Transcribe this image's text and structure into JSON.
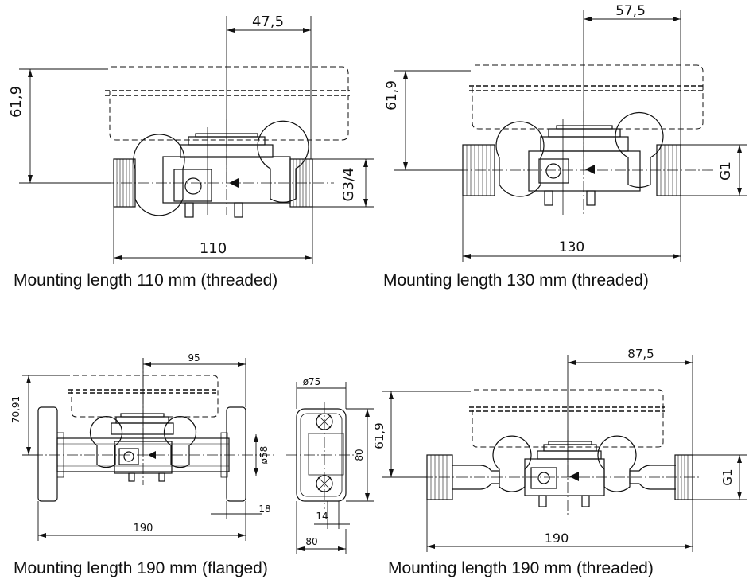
{
  "figures": [
    {
      "id": "fig-110",
      "caption": "Mounting length 110 mm (threaded)",
      "dims": {
        "offset": "47,5",
        "height": "61,9",
        "thread": "G3/4",
        "length": "110"
      }
    },
    {
      "id": "fig-130",
      "caption": "Mounting length 130 mm (threaded)",
      "dims": {
        "offset": "57,5",
        "height": "61,9",
        "thread": "G1",
        "length": "130"
      }
    },
    {
      "id": "fig-190-flanged",
      "caption": "Mounting length 190 mm (flanged)",
      "dims": {
        "offset": "95",
        "height": "70,91",
        "bore": "ø58",
        "flange_thickness": "18",
        "length": "190",
        "side_diameter": "ø75",
        "side_height": "80",
        "side_inner": "14",
        "side_width": "80"
      }
    },
    {
      "id": "fig-190-threaded",
      "caption": "Mounting length 190 mm (threaded)",
      "dims": {
        "offset": "87,5",
        "height": "61,9",
        "thread": "G1",
        "length": "190"
      }
    }
  ]
}
